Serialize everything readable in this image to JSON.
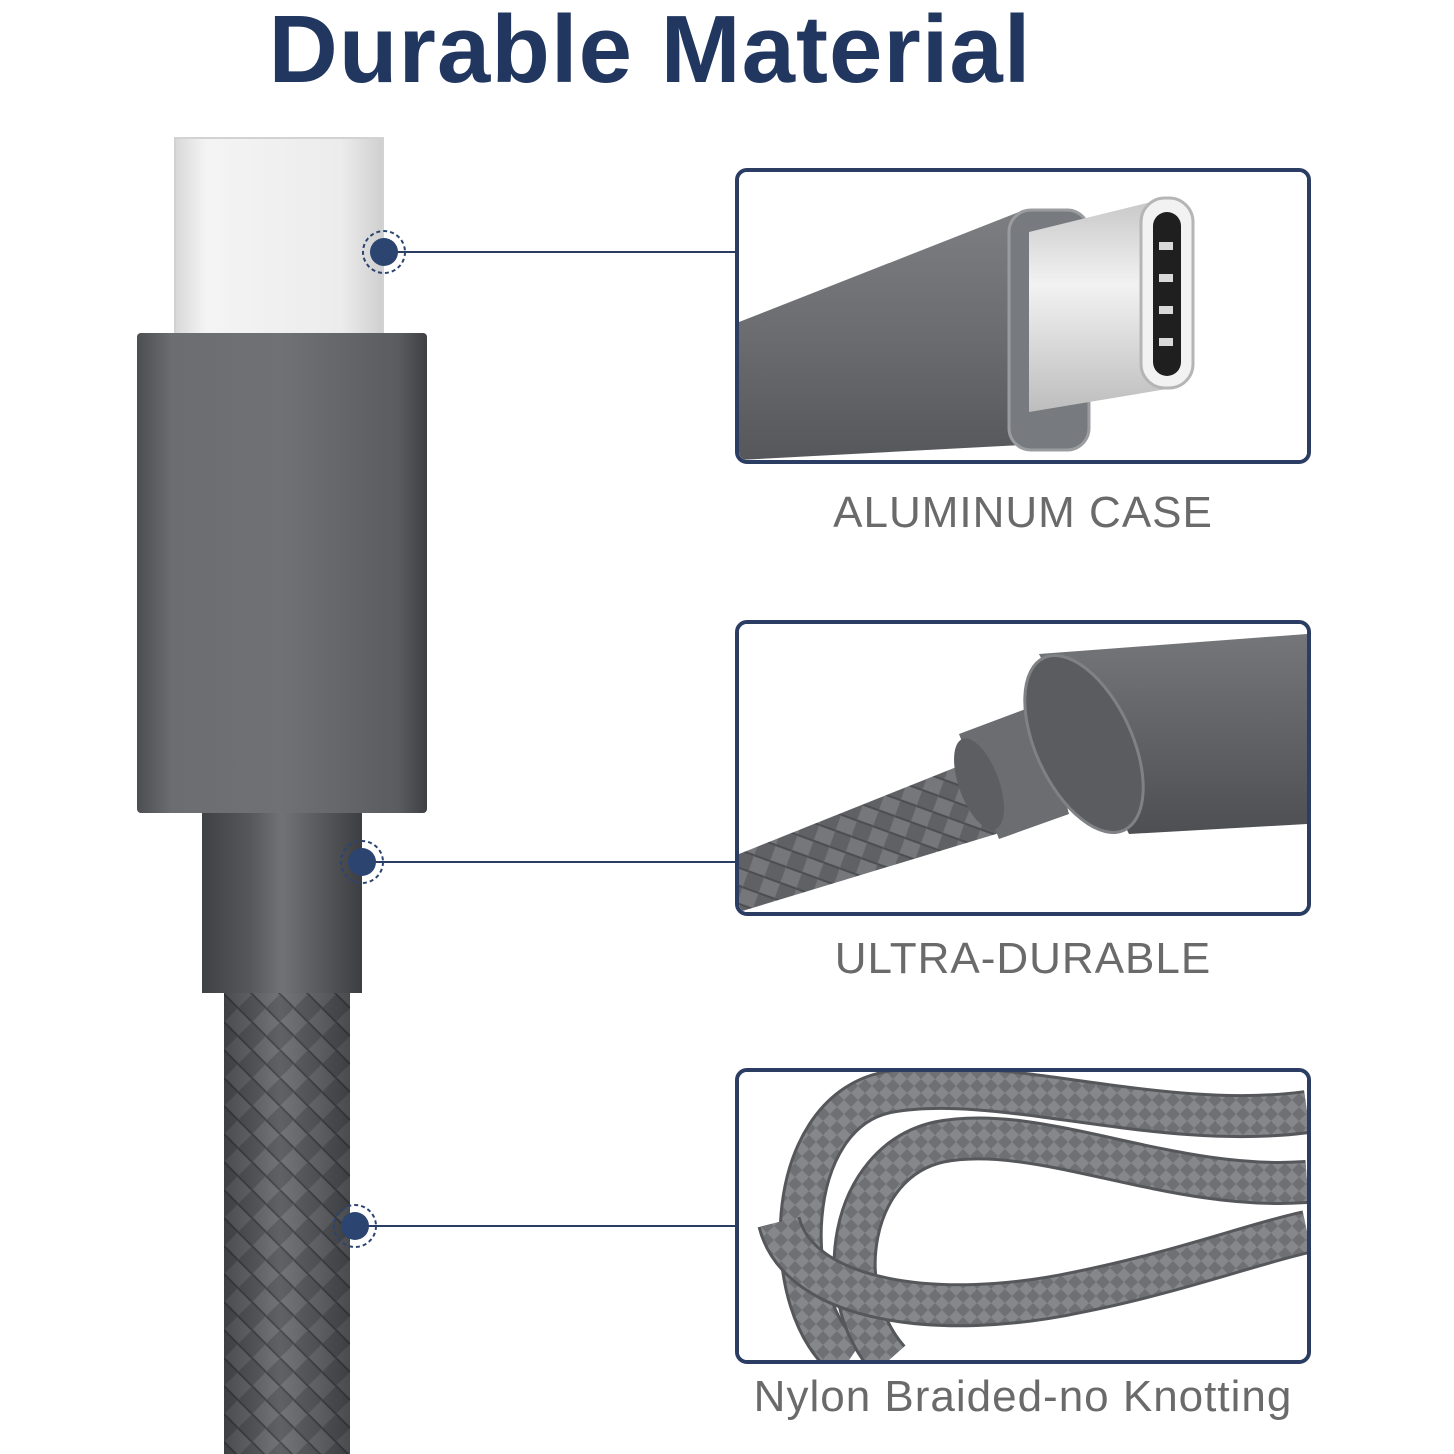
{
  "title": "Durable Material",
  "features": [
    {
      "label": "ALUMINUM CASE"
    },
    {
      "label": "ULTRA-DURABLE"
    },
    {
      "label": "Nylon Braided-no Knotting"
    }
  ],
  "colors": {
    "title": "#22375f",
    "caption": "#6a6a6a",
    "panel_border": "#2c3d63",
    "marker": "#2c4470"
  }
}
